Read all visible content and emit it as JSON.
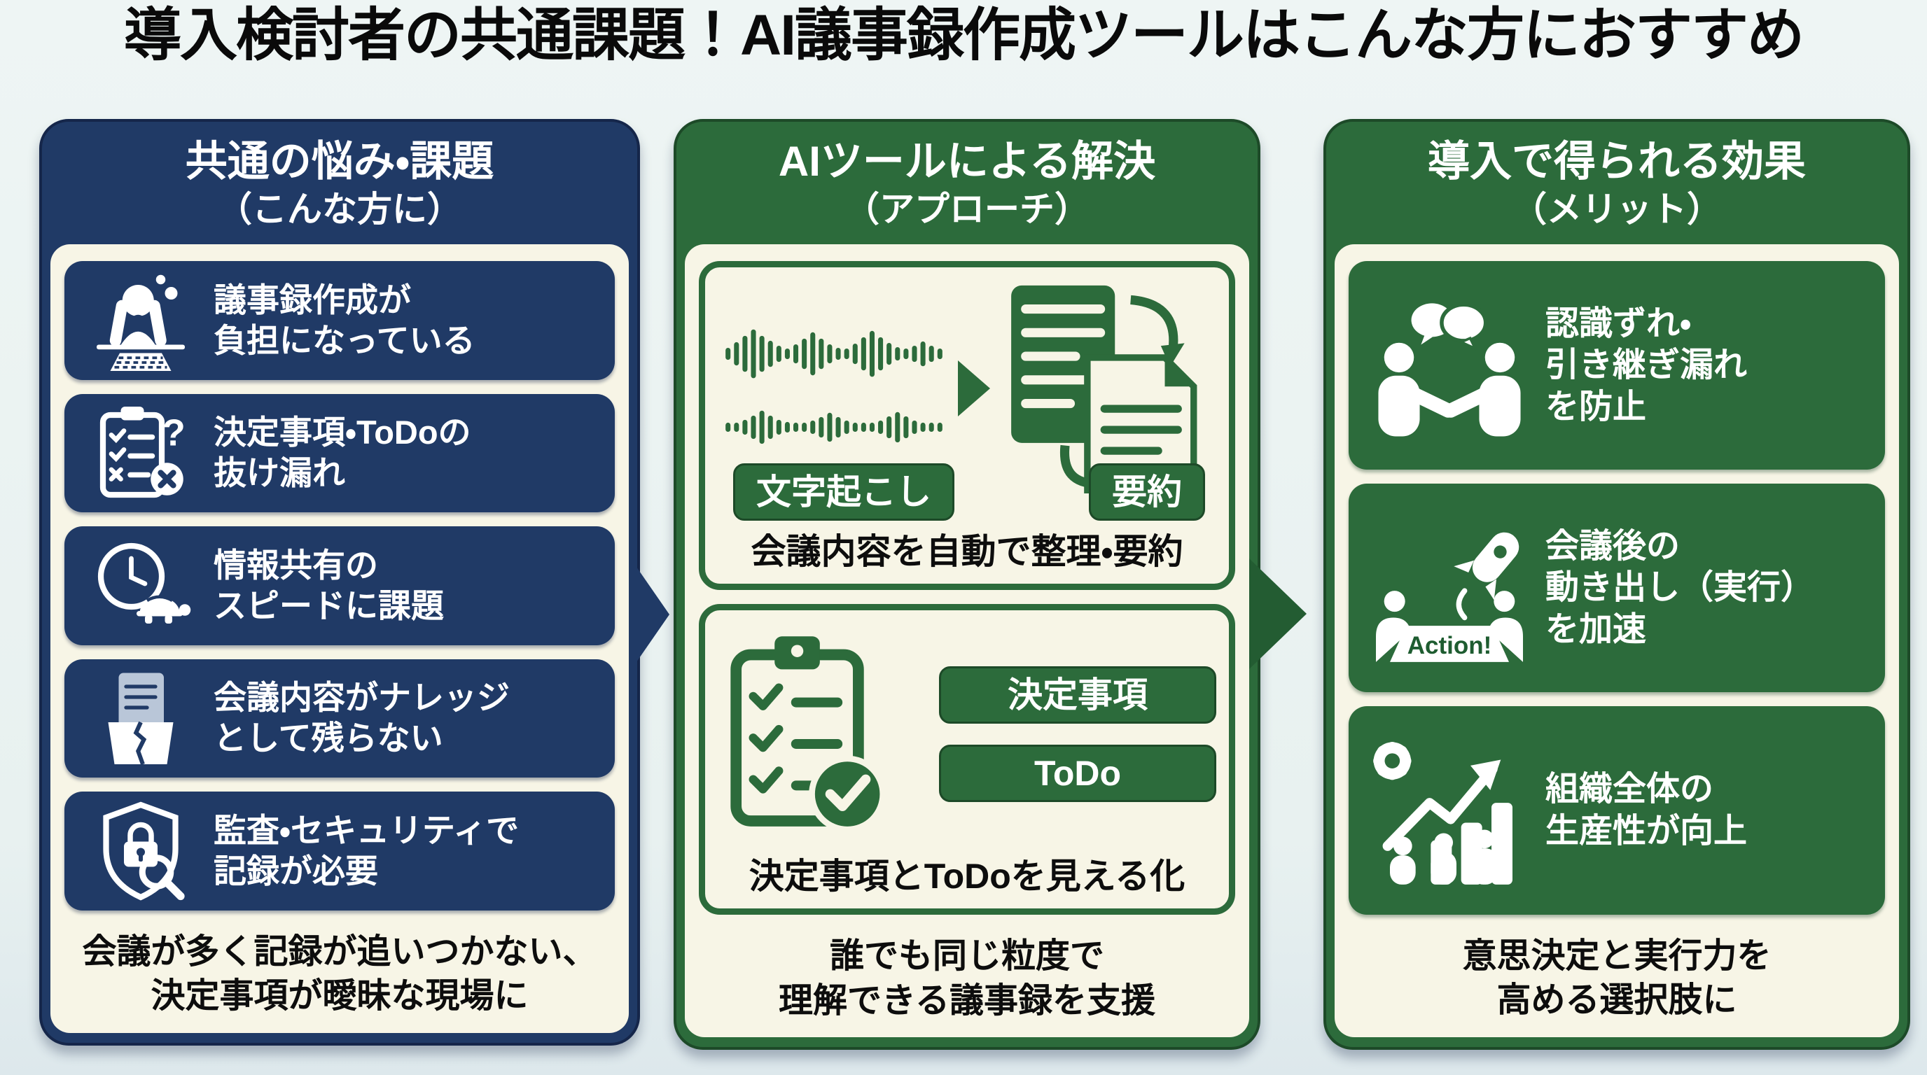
{
  "title": "導入検討者の共通課題！AI議事録作成ツールはこんな方におすすめ",
  "colors": {
    "navy": "#203a66",
    "green": "#2c6b3b",
    "cream": "#f7f5e6",
    "background": "#e9f2f1",
    "text_black": "#0d0d0d"
  },
  "columns": {
    "problems": {
      "header_line1": "共通の悩み・課題",
      "header_line2": "（こんな方に）",
      "items": [
        {
          "icon": "stressed-person-icon",
          "line1": "議事録作成が",
          "line2": "負担になっている"
        },
        {
          "icon": "checklist-missing-icon",
          "line1": "決定事項・ToDoの",
          "line2": "抜け漏れ"
        },
        {
          "icon": "clock-turtle-icon",
          "line1": "情報共有の",
          "line2": "スピードに課題"
        },
        {
          "icon": "broken-archive-icon",
          "line1": "会議内容がナレッジ",
          "line2": "として残らない"
        },
        {
          "icon": "security-audit-icon",
          "line1": "監査・セキュリティで",
          "line2": "記録が必要"
        }
      ],
      "footer_line1": "会議が多く記録が追いつかない、",
      "footer_line2": "決定事項が曖昧な現場に"
    },
    "solution": {
      "header_line1": "AIツールによる解決",
      "header_line2": "（アプローチ）",
      "box1": {
        "icons": [
          "audio-waveform-icon",
          "arrow-right-icon",
          "document-summary-icon"
        ],
        "transcribe_label": "文字起こし",
        "summary_label": "要約",
        "caption": "会議内容を自動で整理・要約"
      },
      "box2": {
        "icons": [
          "clipboard-check-icon"
        ],
        "decision_label": "決定事項",
        "todo_label": "ToDo",
        "caption": "決定事項とToDoを見える化"
      },
      "footer_line1": "誰でも同じ粒度で",
      "footer_line2": "理解できる議事録を支援"
    },
    "benefits": {
      "header_line1": "導入で得られる効果",
      "header_line2": "（メリット）",
      "items": [
        {
          "icon": "handshake-chat-icon",
          "line1": "認識ずれ・",
          "line2": "引き継ぎ漏れ",
          "line3": "を防止"
        },
        {
          "icon": "rocket-action-icon",
          "action_label": "Action!",
          "line1": "会議後の",
          "line2": "動き出し（実行）",
          "line3": "を加速"
        },
        {
          "icon": "productivity-growth-icon",
          "line1": "組織全体の",
          "line2": "生産性が向上"
        }
      ],
      "footer_line1": "意思決定と実行力を",
      "footer_line2": "高める選択肢に"
    }
  }
}
